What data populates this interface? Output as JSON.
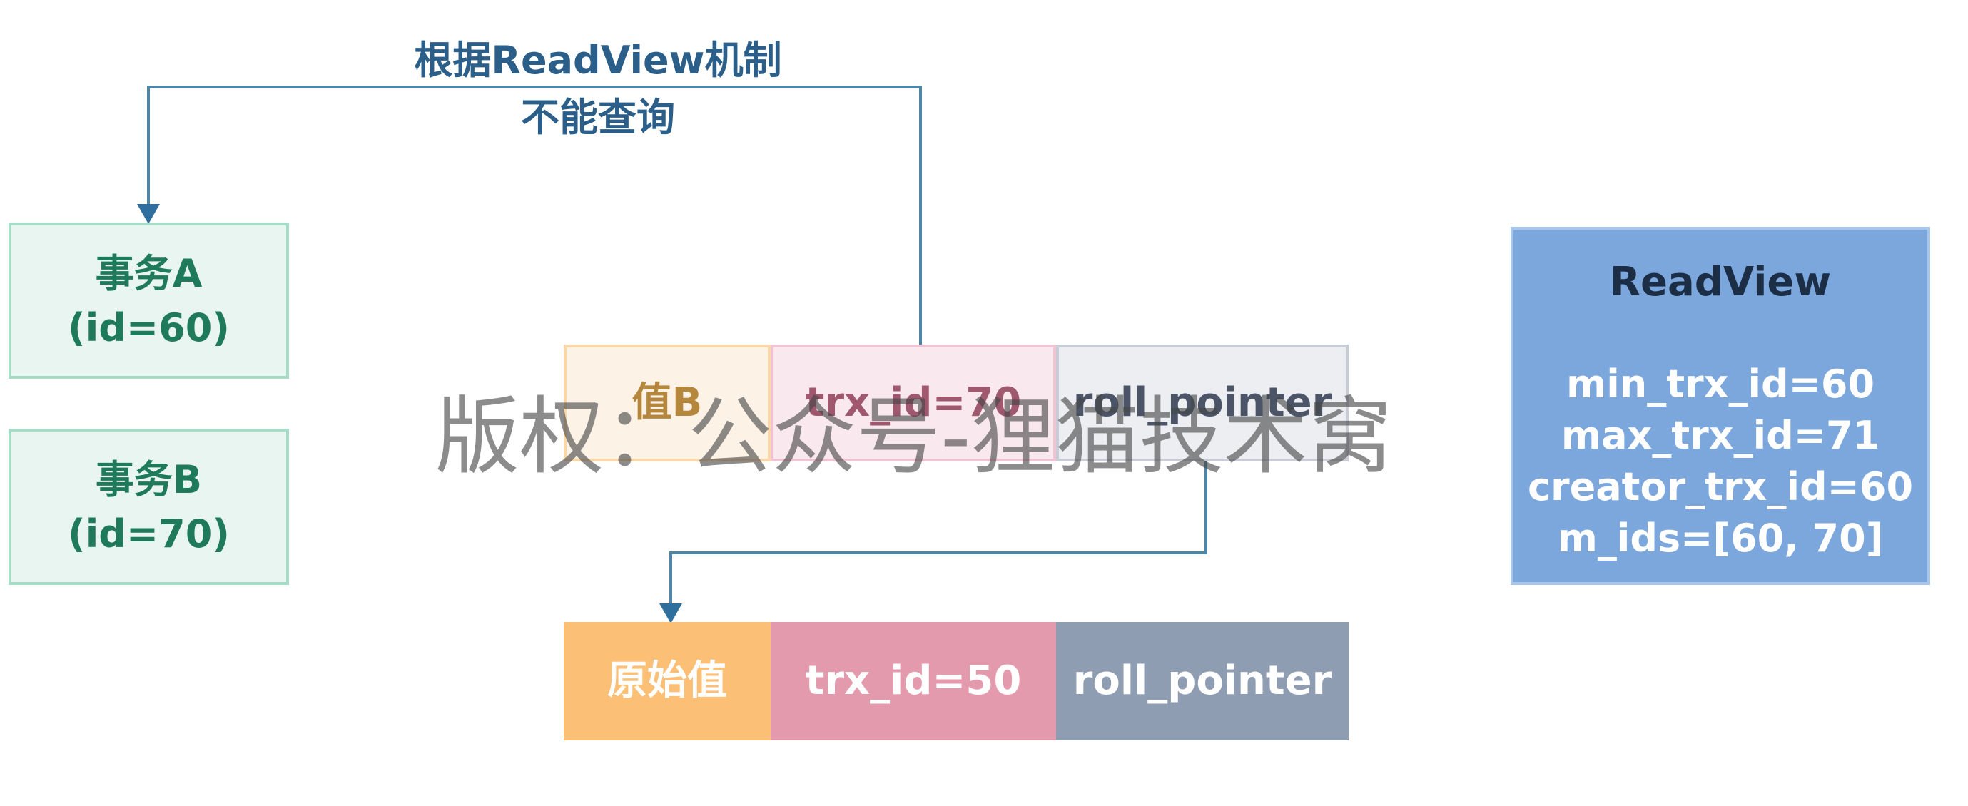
{
  "annotation": {
    "line1": "根据ReadView机制",
    "line2": "不能查询"
  },
  "transactions": [
    {
      "name": "事务A",
      "id_label": "(id=60)"
    },
    {
      "name": "事务B",
      "id_label": "(id=70)"
    }
  ],
  "current_record": {
    "value": "值B",
    "trx_id": "trx_id=70",
    "roll_pointer": "roll_pointer"
  },
  "old_record": {
    "value": "原始值",
    "trx_id": "trx_id=50",
    "roll_pointer": "roll_pointer"
  },
  "readview": {
    "title": "ReadView",
    "lines": [
      "min_trx_id=60",
      "max_trx_id=71",
      "creator_trx_id=60",
      "m_ids=[60, 70]"
    ]
  },
  "watermark": "版权：公众号-狸猫技术窝",
  "colors": {
    "arrow": "#4f86a8",
    "annotation_text": "#2b5f8a",
    "transaction_fill": "#e8f5f0",
    "transaction_text": "#1f7a5c",
    "readview_fill": "#7ba7dd",
    "old_value": "#fbbf75",
    "old_trx": "#e39aad",
    "old_pointer": "#8f9db3"
  }
}
